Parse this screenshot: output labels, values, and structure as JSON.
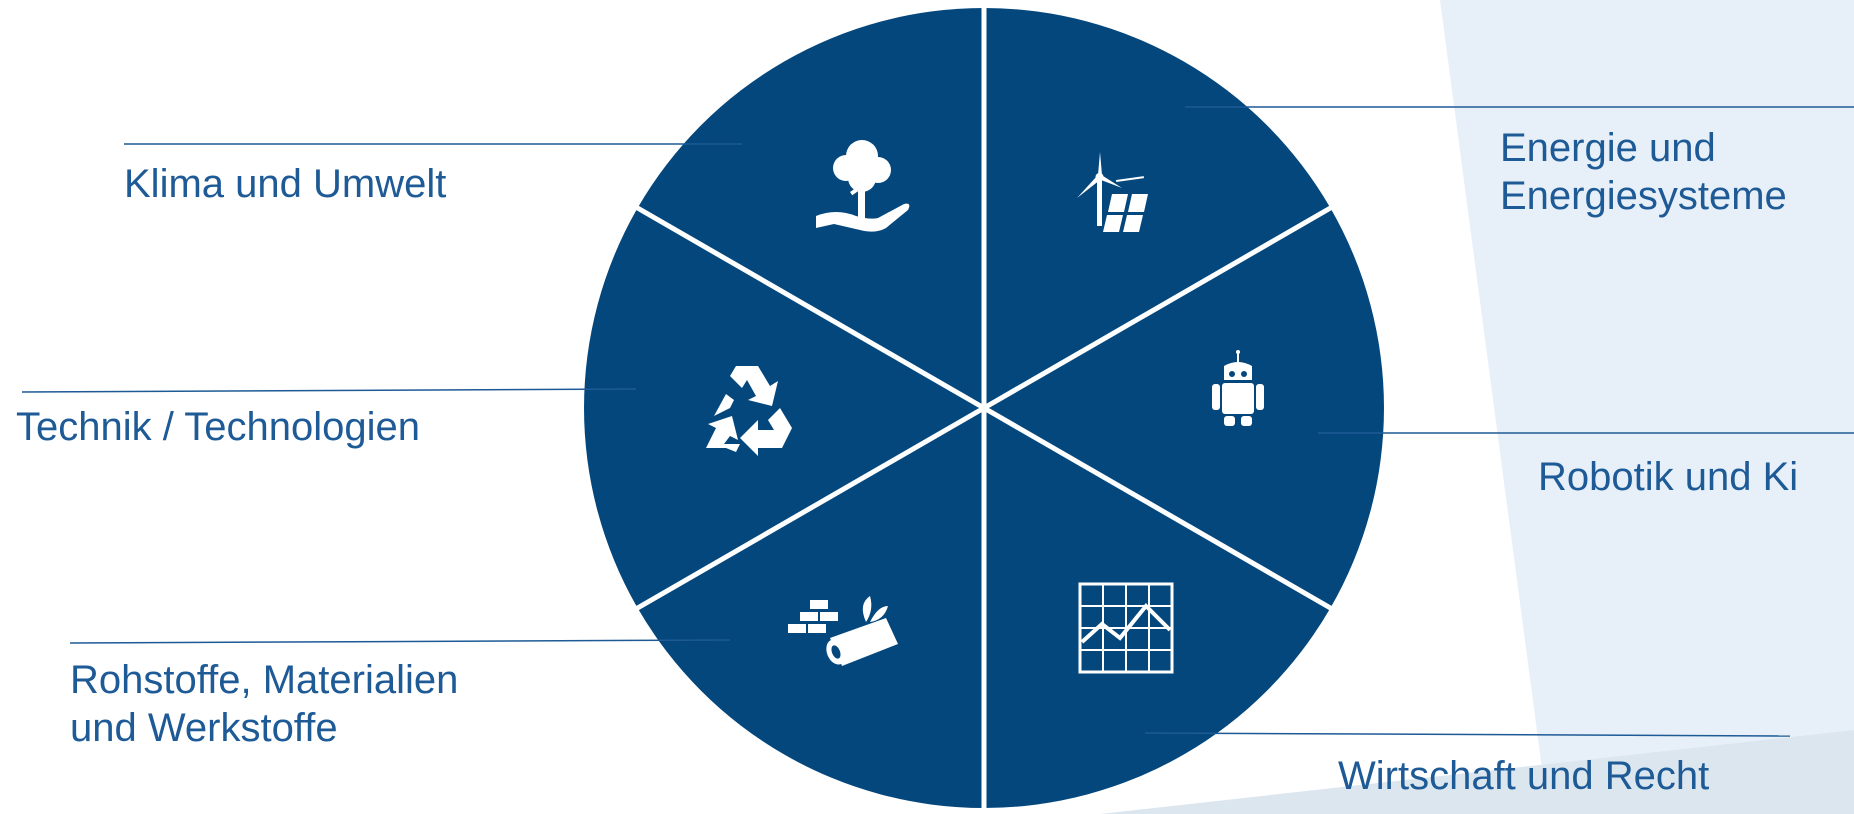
{
  "colors": {
    "segment_fill": "#04477d",
    "divider": "#ffffff",
    "icon": "#ffffff",
    "leader_line": "#1d5a96",
    "label_text": "#1d5a96",
    "band_light": "#e7f0f8",
    "band_lighter": "#f2f7fb",
    "band_bottom": "#dce6ef"
  },
  "segments": [
    {
      "key": "energy",
      "icon": "wind-turbine-solar-panel-icon",
      "label_lines": [
        "Energie und",
        "Energiesysteme"
      ]
    },
    {
      "key": "robotics",
      "icon": "robot-icon",
      "label_lines": [
        "Robotik und Ki"
      ]
    },
    {
      "key": "economy",
      "icon": "line-chart-icon",
      "label_lines": [
        "Wirtschaft und Recht"
      ]
    },
    {
      "key": "materials",
      "icon": "bricks-log-icon",
      "label_lines": [
        "Rohstoffe, Materialien",
        "und Werkstoffe"
      ]
    },
    {
      "key": "technology",
      "icon": "recycle-icon",
      "label_lines": [
        "Technik / Technologien"
      ]
    },
    {
      "key": "climate",
      "icon": "tree-in-hand-icon",
      "label_lines": [
        "Klima und Umwelt"
      ]
    }
  ]
}
